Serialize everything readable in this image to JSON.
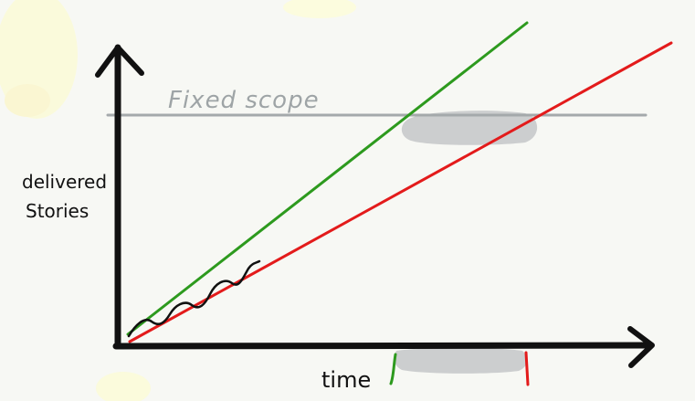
{
  "diagram": {
    "scope_label": "Fixed scope",
    "y_label_line1": "delivered",
    "y_label_line2": "Stories",
    "x_label": "time"
  },
  "colors": {
    "axis": "#111111",
    "scope_line": "#a4a9ab",
    "fast_line": "#2d9a1e",
    "slow_line": "#e31b1b",
    "actual_squiggle": "#111111",
    "uncertainty_band": "#c9cbcc",
    "background": "#f7f8f4",
    "highlight": "#fbfbd9"
  }
}
